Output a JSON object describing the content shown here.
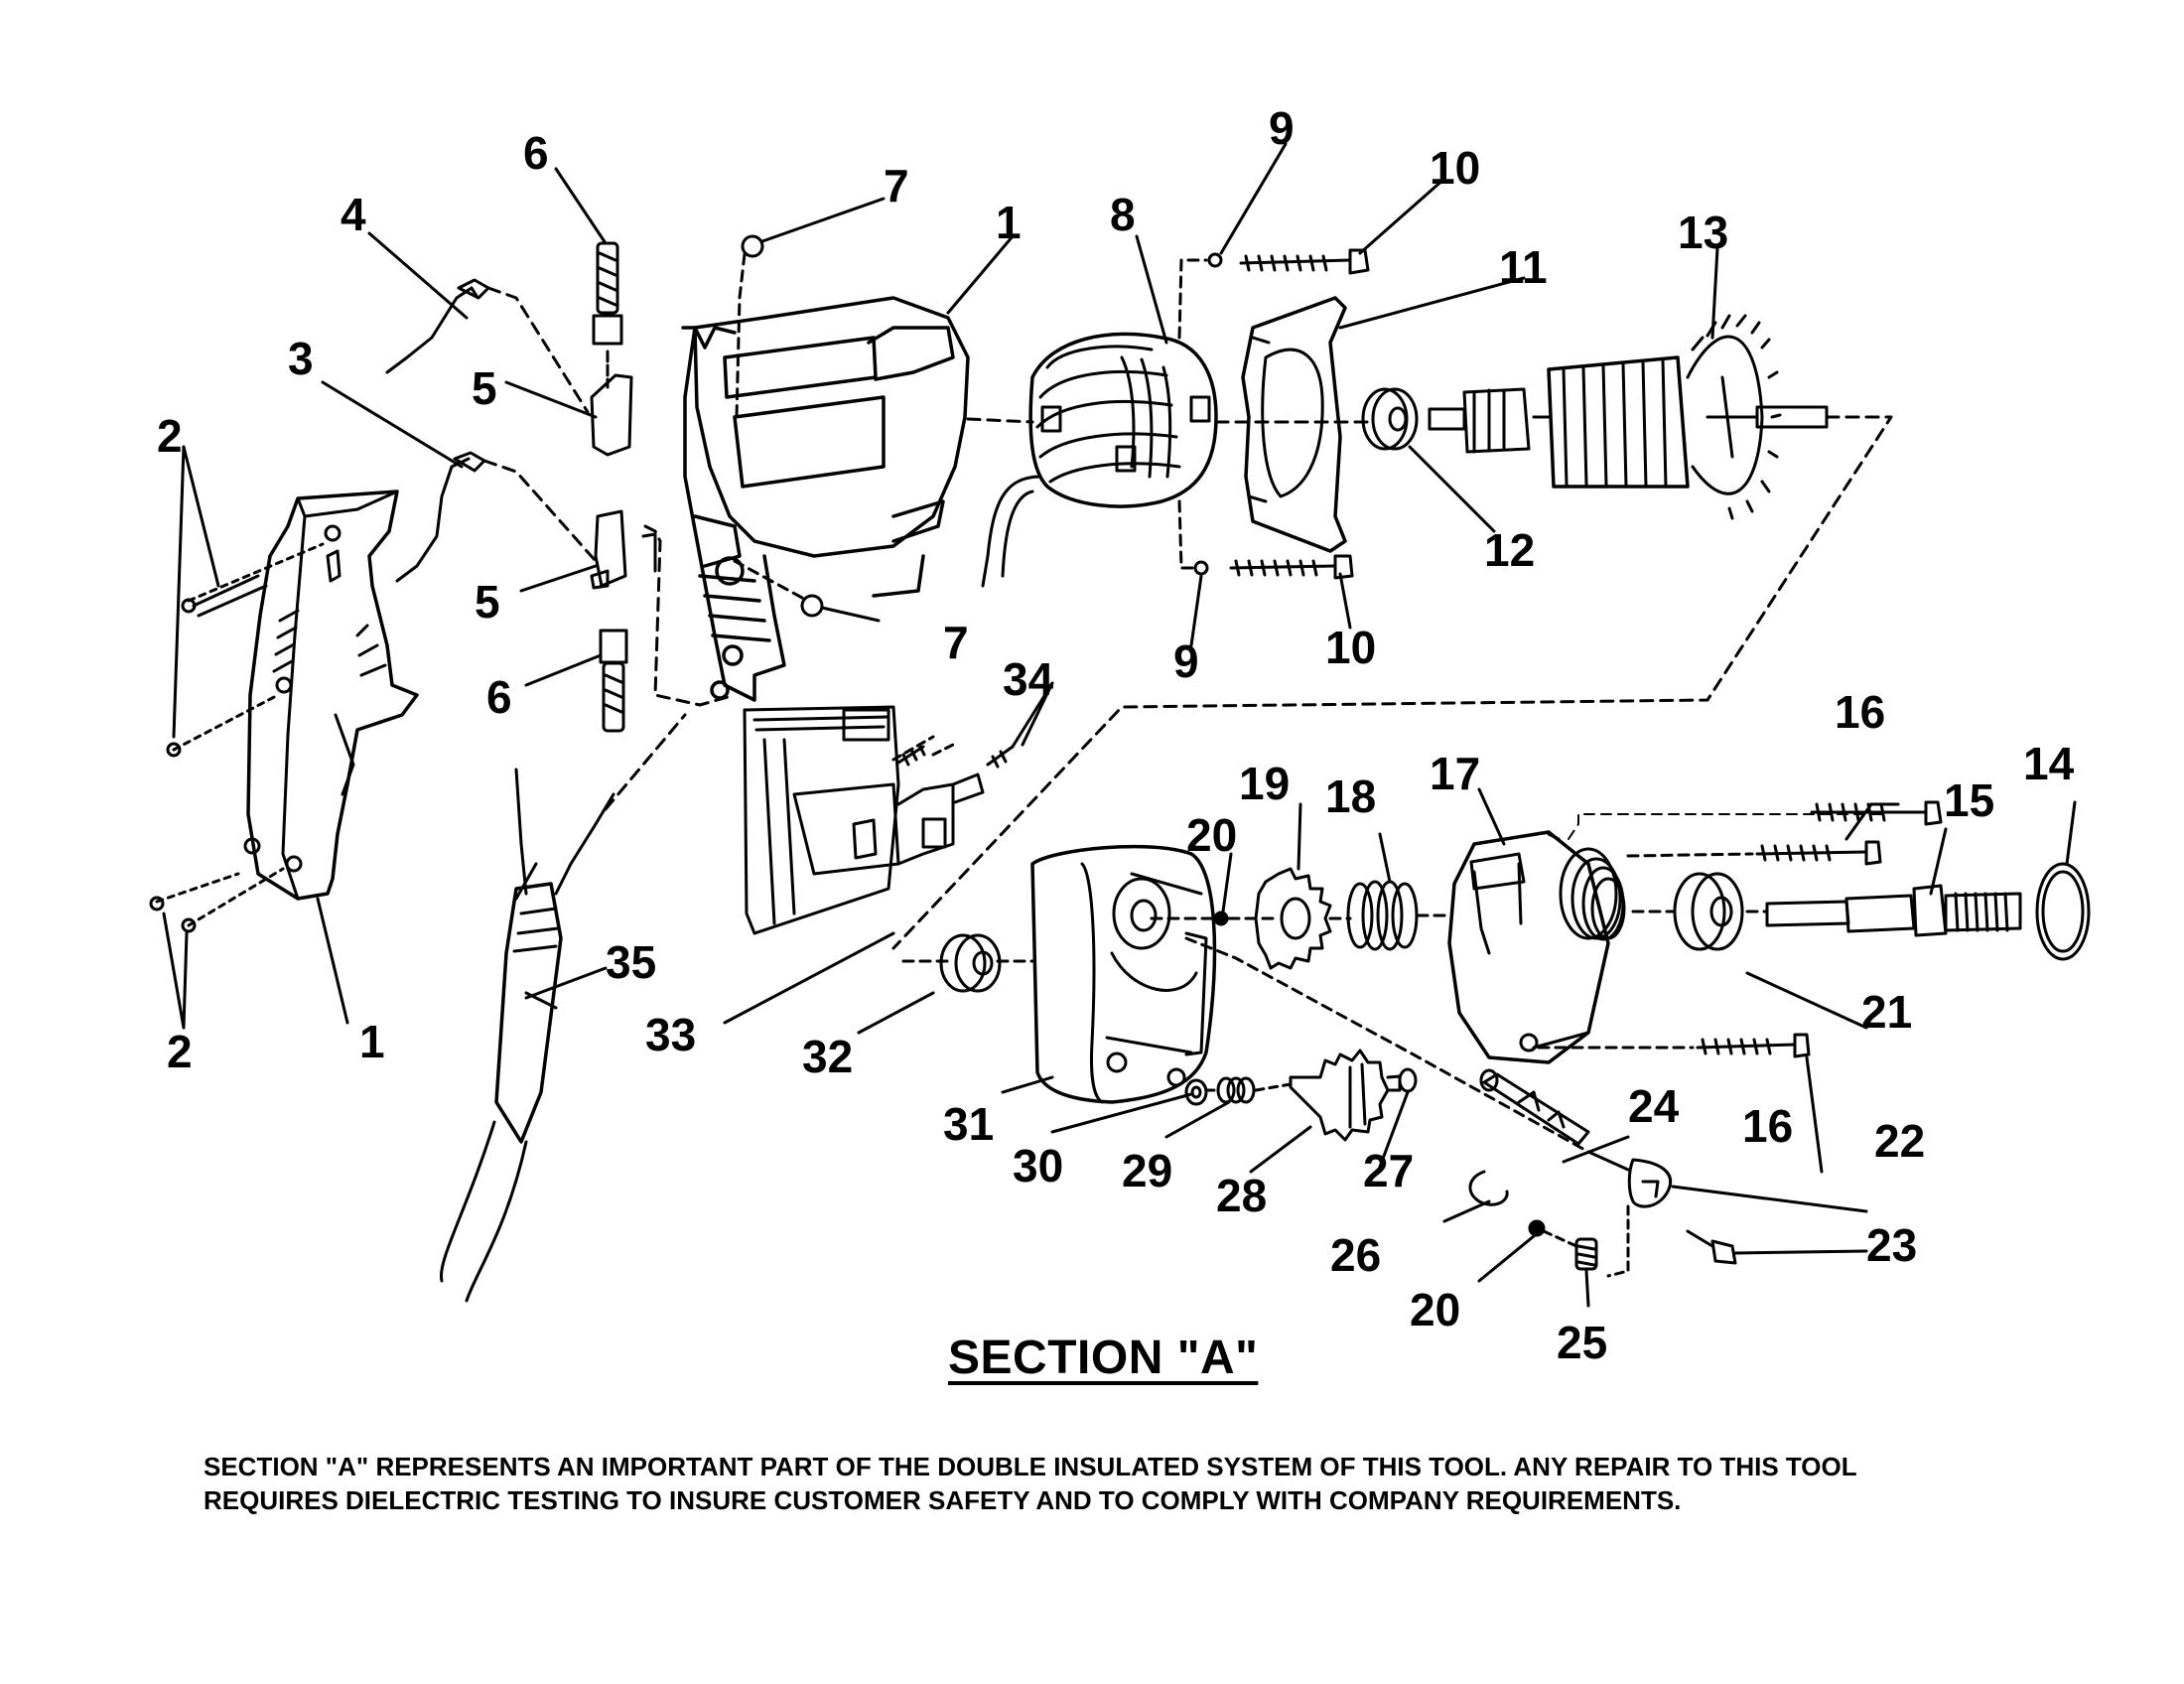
{
  "diagram": {
    "parts": [
      "1",
      "2",
      "3",
      "4",
      "5",
      "6",
      "7",
      "8",
      "9",
      "10",
      "11",
      "12",
      "13",
      "14",
      "15",
      "16",
      "17",
      "18",
      "19",
      "20",
      "21",
      "22",
      "23",
      "24",
      "25",
      "26",
      "27",
      "28",
      "29",
      "30",
      "31",
      "32",
      "33",
      "34",
      "35"
    ],
    "callouts": [
      {
        "label": "1"
      },
      {
        "label": "1"
      },
      {
        "label": "2"
      },
      {
        "label": "2"
      },
      {
        "label": "3"
      },
      {
        "label": "4"
      },
      {
        "label": "5"
      },
      {
        "label": "5"
      },
      {
        "label": "6"
      },
      {
        "label": "6"
      },
      {
        "label": "7"
      },
      {
        "label": "7"
      },
      {
        "label": "8"
      },
      {
        "label": "9"
      },
      {
        "label": "9"
      },
      {
        "label": "10"
      },
      {
        "label": "10"
      },
      {
        "label": "11"
      },
      {
        "label": "12"
      },
      {
        "label": "13"
      },
      {
        "label": "14"
      },
      {
        "label": "15"
      },
      {
        "label": "16"
      },
      {
        "label": "16"
      },
      {
        "label": "17"
      },
      {
        "label": "18"
      },
      {
        "label": "19"
      },
      {
        "label": "20"
      },
      {
        "label": "20"
      },
      {
        "label": "21"
      },
      {
        "label": "22"
      },
      {
        "label": "23"
      },
      {
        "label": "24"
      },
      {
        "label": "25"
      },
      {
        "label": "26"
      },
      {
        "label": "27"
      },
      {
        "label": "28"
      },
      {
        "label": "29"
      },
      {
        "label": "30"
      },
      {
        "label": "31"
      },
      {
        "label": "32"
      },
      {
        "label": "33"
      },
      {
        "label": "34"
      },
      {
        "label": "35"
      }
    ]
  },
  "section": {
    "title": "SECTION \"A\"",
    "note_line1": "SECTION \"A\" REPRESENTS AN IMPORTANT PART OF THE DOUBLE INSULATED SYSTEM OF THIS TOOL.  ANY REPAIR TO THIS TOOL",
    "note_line2": "REQUIRES DIELECTRIC TESTING TO INSURE CUSTOMER SAFETY AND TO COMPLY WITH COMPANY REQUIREMENTS."
  },
  "colors": {
    "ink": "#000000",
    "paper": "#ffffff"
  }
}
